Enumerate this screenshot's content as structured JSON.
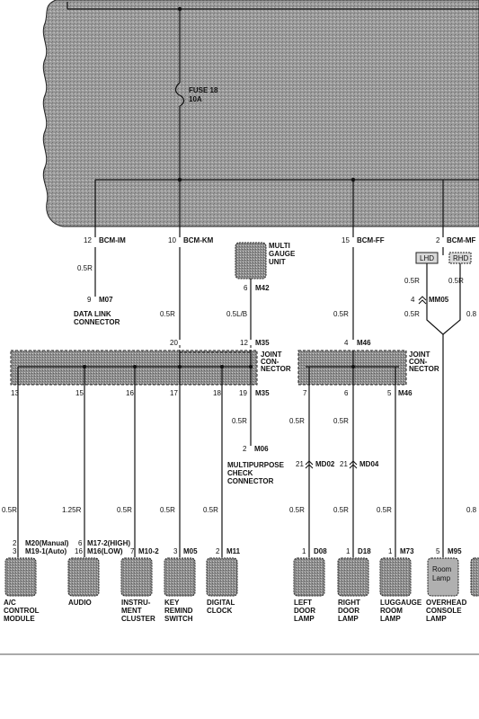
{
  "fuse": {
    "name": "FUSE 18",
    "rating": "10A"
  },
  "bcm_pins": {
    "im": {
      "pin": "12",
      "name": "BCM-IM"
    },
    "km": {
      "pin": "10",
      "name": "BCM-KM"
    },
    "ff": {
      "pin": "15",
      "name": "BCM-FF"
    },
    "mf": {
      "pin": "2",
      "name": "BCM-MF"
    }
  },
  "multi_gauge": {
    "label1": "MULTI",
    "label2": "GAUGE",
    "label3": "UNIT",
    "pin": "6",
    "conn": "M42"
  },
  "dlc": {
    "pin": "9",
    "conn": "M07",
    "label1": "DATA LINK",
    "label2": "CONNECTOR"
  },
  "mm05": {
    "pin": "4",
    "conn": "MM05"
  },
  "hdr": {
    "lhd": "LHD",
    "rhd": "RHD"
  },
  "joint1": {
    "label1": "JOINT",
    "label2": "CON-",
    "label3": "NECTOR",
    "pin_top_a": "20",
    "pin_top_b": "12",
    "conn_top": "M35",
    "pins_bottom": [
      "13",
      "15",
      "16",
      "17",
      "18",
      "19"
    ],
    "conn_bottom": "M35"
  },
  "joint2": {
    "label1": "JOINT",
    "label2": "CON-",
    "label3": "NECTOR",
    "pin_top": "4",
    "conn_top": "M46",
    "pins_bottom": [
      "7",
      "6",
      "5"
    ],
    "conn_bottom": "M46"
  },
  "wires": {
    "w05r": "0.5R",
    "w05lb": "0.5L/B",
    "w125r": "1.25R",
    "w08": "0.8"
  },
  "mpc": {
    "pin": "2",
    "conn": "M06",
    "label1": "MULTIPURPOSE",
    "label2": "CHECK",
    "label3": "CONNECTOR"
  },
  "inline": {
    "md02": {
      "pin": "21",
      "conn": "MD02"
    },
    "md04": {
      "pin": "21",
      "conn": "MD04"
    }
  },
  "components": {
    "ac": {
      "pins1": "2",
      "conn1": "M20(Manual)",
      "pins2": "3",
      "conn2": "M19-1(Auto)",
      "l1": "A/C",
      "l2": "CONTROL",
      "l3": "MODULE"
    },
    "audio": {
      "pins1": "6",
      "conn1": "M17-2(HIGH)",
      "pins2": "16",
      "conn2": "M16(LOW)",
      "l1": "AUDIO"
    },
    "instr": {
      "pin": "7",
      "conn": "M10-2",
      "l1": "INSTRU-",
      "l2": "MENT",
      "l3": "CLUSTER"
    },
    "key": {
      "pin": "3",
      "conn": "M05",
      "l1": "KEY",
      "l2": "REMIND",
      "l3": "SWITCH"
    },
    "clock": {
      "pin": "2",
      "conn": "M11",
      "l1": "DIGITAL",
      "l2": "CLOCK"
    },
    "ldoor": {
      "pin": "1",
      "conn": "D08",
      "l1": "LEFT",
      "l2": "DOOR",
      "l3": "LAMP"
    },
    "rdoor": {
      "pin": "1",
      "conn": "D18",
      "l1": "RIGHT",
      "l2": "DOOR",
      "l3": "LAMP"
    },
    "lugg": {
      "pin": "1",
      "conn": "M73",
      "l1": "LUGGAUGE",
      "l2": "ROOM",
      "l3": "LAMP"
    },
    "overhead": {
      "pin": "5",
      "conn": "M95",
      "inner1": "Room",
      "inner2": "Lamp",
      "l1": "OVERHEAD",
      "l2": "CONSOLE",
      "l3": "LAMP"
    }
  }
}
